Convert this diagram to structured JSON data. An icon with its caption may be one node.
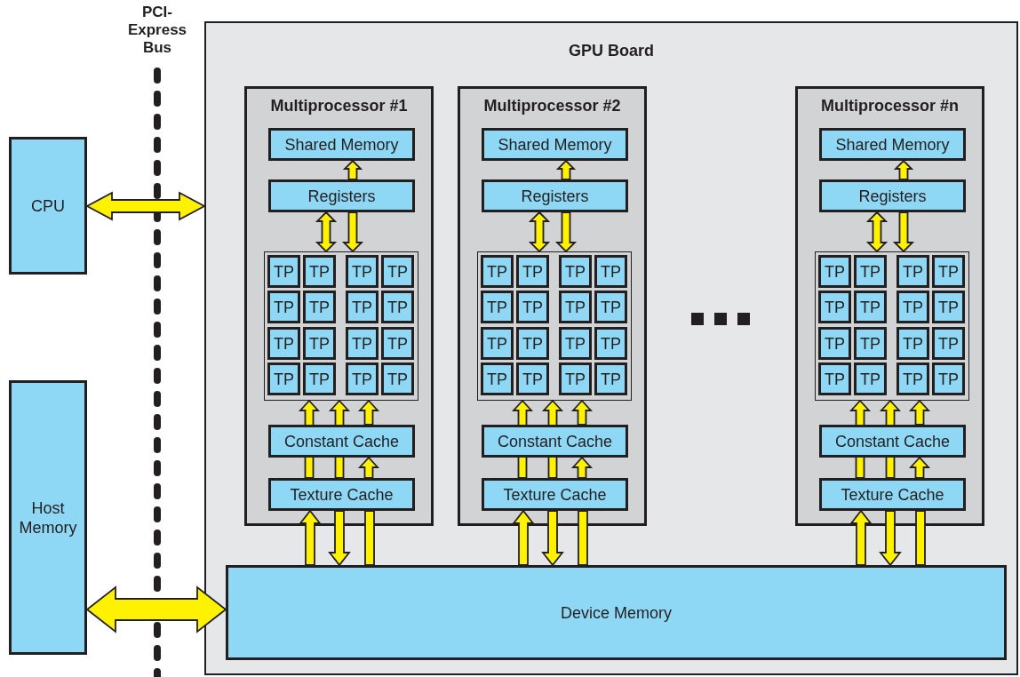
{
  "diagram": {
    "nodes": [
      {
        "text": [
          "GPU Board"
        ]
      },
      {
        "text": [
          "CPU"
        ]
      },
      {
        "text": [
          "Host Memory"
        ]
      },
      {
        "text": [
          "Device Memory"
        ],
        "in": 0
      },
      {
        "text": [
          "Multiprocessor #1"
        ],
        "in": 0
      },
      {
        "text": [
          "Shared Memory"
        ],
        "in": 4
      },
      {
        "text": [
          "Registers"
        ],
        "in": 4
      },
      {
        "text": [],
        "shape": "box",
        "in": 4
      },
      {
        "text": [
          "TP"
        ],
        "in": 7
      },
      {
        "text": [
          "TP"
        ],
        "in": 7
      },
      {
        "text": [
          "TP"
        ],
        "in": 7
      },
      {
        "text": [
          "TP"
        ],
        "in": 7
      },
      {
        "text": [
          "TP"
        ],
        "in": 7
      },
      {
        "text": [
          "TP"
        ],
        "in": 7
      },
      {
        "text": [
          "TP"
        ],
        "in": 7
      },
      {
        "text": [
          "TP"
        ],
        "in": 7
      },
      {
        "text": [
          "TP"
        ],
        "in": 7
      },
      {
        "text": [
          "TP"
        ],
        "in": 7
      },
      {
        "text": [
          "TP"
        ],
        "in": 7
      },
      {
        "text": [
          "TP"
        ],
        "in": 7
      },
      {
        "text": [
          "TP"
        ],
        "in": 7
      },
      {
        "text": [
          "TP"
        ],
        "in": 7
      },
      {
        "text": [
          "TP"
        ],
        "in": 7
      },
      {
        "text": [
          "TP"
        ],
        "in": 7
      },
      {
        "text": [
          "Constant Cache"
        ],
        "in": 4
      },
      {
        "text": [
          "Texture Cache"
        ],
        "in": 4
      },
      {
        "text": [
          "Multiprocessor #2"
        ],
        "in": 0
      },
      {
        "text": [
          "Shared Memory"
        ],
        "in": 26
      },
      {
        "text": [
          "Registers"
        ],
        "in": 26
      },
      {
        "text": [],
        "shape": "box",
        "in": 26
      },
      {
        "text": [
          "TP"
        ],
        "in": 29
      },
      {
        "text": [
          "TP"
        ],
        "in": 29
      },
      {
        "text": [
          "TP"
        ],
        "in": 29
      },
      {
        "text": [
          "TP"
        ],
        "in": 29
      },
      {
        "text": [
          "TP"
        ],
        "in": 29
      },
      {
        "text": [
          "TP"
        ],
        "in": 29
      },
      {
        "text": [
          "TP"
        ],
        "in": 29
      },
      {
        "text": [
          "TP"
        ],
        "in": 29
      },
      {
        "text": [
          "TP"
        ],
        "in": 29
      },
      {
        "text": [
          "TP"
        ],
        "in": 29
      },
      {
        "text": [
          "TP"
        ],
        "in": 29
      },
      {
        "text": [
          "TP"
        ],
        "in": 29
      },
      {
        "text": [
          "TP"
        ],
        "in": 29
      },
      {
        "text": [
          "TP"
        ],
        "in": 29
      },
      {
        "text": [
          "TP"
        ],
        "in": 29
      },
      {
        "text": [
          "TP"
        ],
        "in": 29
      },
      {
        "text": [
          "Constant Cache"
        ],
        "in": 26
      },
      {
        "text": [
          "Texture Cache"
        ],
        "in": 26
      },
      {
        "text": [
          "Multiprocessor #n"
        ],
        "in": 0
      },
      {
        "text": [
          "Shared Memory"
        ],
        "in": 48
      },
      {
        "text": [
          "Registers"
        ],
        "in": 48
      },
      {
        "text": [],
        "shape": "box",
        "in": 48
      },
      {
        "text": [
          "TP"
        ],
        "in": 51
      },
      {
        "text": [
          "TP"
        ],
        "in": 51
      },
      {
        "text": [
          "TP"
        ],
        "in": 51
      },
      {
        "text": [
          "TP"
        ],
        "in": 51
      },
      {
        "text": [
          "TP"
        ],
        "in": 51
      },
      {
        "text": [
          "TP"
        ],
        "in": 51
      },
      {
        "text": [
          "TP"
        ],
        "in": 51
      },
      {
        "text": [
          "TP"
        ],
        "in": 51
      },
      {
        "text": [
          "TP"
        ],
        "in": 51
      },
      {
        "text": [
          "TP"
        ],
        "in": 51
      },
      {
        "text": [
          "TP"
        ],
        "in": 51
      },
      {
        "text": [
          "TP"
        ],
        "in": 51
      },
      {
        "text": [
          "TP"
        ],
        "in": 51
      },
      {
        "text": [
          "TP"
        ],
        "in": 51
      },
      {
        "text": [
          "TP"
        ],
        "in": 51
      },
      {
        "text": [
          "TP"
        ],
        "in": 51
      },
      {
        "text": [
          "Constant Cache"
        ],
        "in": 48
      },
      {
        "text": [
          "Texture Cache"
        ],
        "in": 48
      }
    ],
    "edges": [
      {
        "from": 1,
        "to": 0,
        "arrow": "both"
      },
      {
        "from": 2,
        "to": 3,
        "arrow": "both"
      },
      {
        "from": 6,
        "to": 5,
        "arrow": "to"
      },
      {
        "from": 6,
        "to": 7,
        "arrow": "both"
      },
      {
        "from": 6,
        "to": 7,
        "arrow": "to"
      },
      {
        "from": 25,
        "to": 7,
        "arrow": "to"
      },
      {
        "from": 25,
        "to": 7,
        "arrow": "to"
      },
      {
        "from": 24,
        "to": 7,
        "arrow": "to"
      },
      {
        "from": 25,
        "to": 24,
        "arrow": "to"
      },
      {
        "from": 3,
        "to": 25,
        "arrow": "to"
      },
      {
        "from": 25,
        "to": 3,
        "arrow": "to"
      },
      {
        "from": 3,
        "to": 25,
        "arrow": "none"
      },
      {
        "from": 28,
        "to": 27,
        "arrow": "to"
      },
      {
        "from": 28,
        "to": 29,
        "arrow": "both"
      },
      {
        "from": 28,
        "to": 29,
        "arrow": "to"
      },
      {
        "from": 47,
        "to": 29,
        "arrow": "to"
      },
      {
        "from": 47,
        "to": 29,
        "arrow": "to"
      },
      {
        "from": 46,
        "to": 29,
        "arrow": "to"
      },
      {
        "from": 47,
        "to": 46,
        "arrow": "to"
      },
      {
        "from": 3,
        "to": 47,
        "arrow": "to"
      },
      {
        "from": 47,
        "to": 3,
        "arrow": "to"
      },
      {
        "from": 3,
        "to": 47,
        "arrow": "none"
      },
      {
        "from": 50,
        "to": 49,
        "arrow": "to"
      },
      {
        "from": 50,
        "to": 51,
        "arrow": "both"
      },
      {
        "from": 50,
        "to": 51,
        "arrow": "to"
      },
      {
        "from": 69,
        "to": 51,
        "arrow": "to"
      },
      {
        "from": 69,
        "to": 51,
        "arrow": "to"
      },
      {
        "from": 68,
        "to": 51,
        "arrow": "to"
      },
      {
        "from": 69,
        "to": 68,
        "arrow": "to"
      },
      {
        "from": 3,
        "to": 69,
        "arrow": "to"
      },
      {
        "from": 69,
        "to": 3,
        "arrow": "to"
      },
      {
        "from": 3,
        "to": 69,
        "arrow": "none"
      }
    ],
    "labels": [
      "PCI-Express Bus"
    ]
  }
}
